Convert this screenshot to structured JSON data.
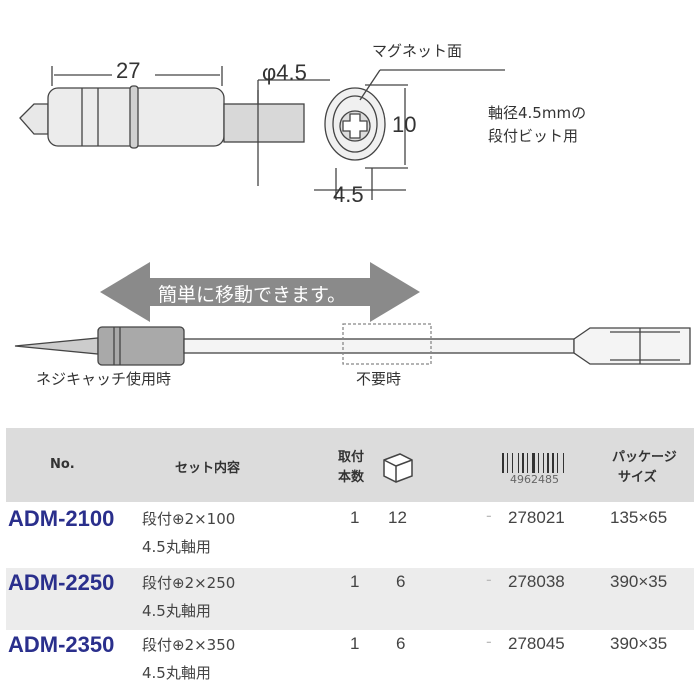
{
  "diagram": {
    "dim_length": "27",
    "dim_shaft": "φ4.5",
    "label_magnet": "マグネット面",
    "dim_outer": "10",
    "dim_inner": "4.5",
    "note_line1": "軸径4.5mmの",
    "note_line2": "段付ビット用",
    "arrow_text": "簡単に移動できます。",
    "label_in_use": "ネジキャッチ使用時",
    "label_unused": "不要時"
  },
  "table": {
    "headers": {
      "no": "No.",
      "set": "セット内容",
      "qty_line1": "取付",
      "qty_line2": "本数",
      "barcode_prefix": "4962485",
      "pkg_line1": "パッケージ",
      "pkg_line2": "サイズ"
    },
    "rows": [
      {
        "model": "ADM-2100",
        "desc1": "段付⊕2×100",
        "desc2": "4.5丸軸用",
        "qty": "1",
        "count": "12",
        "dash": "-",
        "code": "278021",
        "size": "135×65"
      },
      {
        "model": "ADM-2250",
        "desc1": "段付⊕2×250",
        "desc2": "4.5丸軸用",
        "qty": "1",
        "count": "6",
        "dash": "-",
        "code": "278038",
        "size": "390×35"
      },
      {
        "model": "ADM-2350",
        "desc1": "段付⊕2×350",
        "desc2": "4.5丸軸用",
        "qty": "1",
        "count": "6",
        "dash": "-",
        "code": "278045",
        "size": "390×35"
      }
    ],
    "colors": {
      "header_bg": "#dcdcdc",
      "stripe_bg": "#ececec",
      "model": "#2a2f8c"
    }
  }
}
